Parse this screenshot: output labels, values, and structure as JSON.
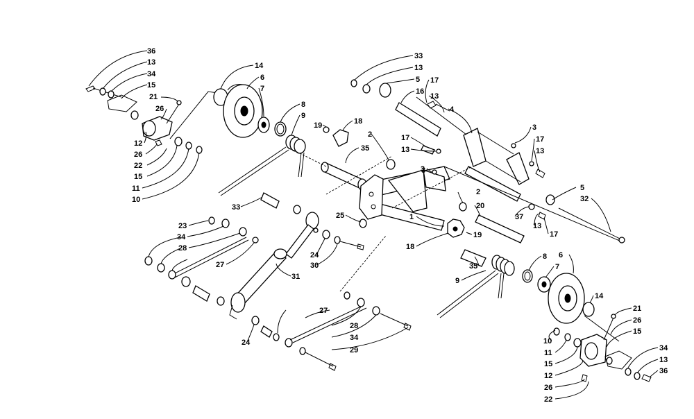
{
  "labels": [
    "36",
    "13",
    "34",
    "15",
    "21",
    "26",
    "12",
    "26",
    "22",
    "15",
    "11",
    "10",
    "14",
    "6",
    "7",
    "8",
    "9",
    "19",
    "18",
    "2",
    "35",
    "3",
    "33",
    "13",
    "5",
    "16",
    "17",
    "13",
    "4",
    "3",
    "17",
    "13",
    "17",
    "13",
    "2",
    "3",
    "20",
    "5",
    "32",
    "37",
    "13",
    "17",
    "25",
    "1",
    "18",
    "19",
    "35",
    "33",
    "23",
    "34",
    "28",
    "27",
    "24",
    "30",
    "31",
    "8",
    "6",
    "7",
    "9",
    "14",
    "21",
    "26",
    "15",
    "10",
    "11",
    "15",
    "12",
    "26",
    "22",
    "34",
    "13",
    "36",
    "27",
    "28",
    "24",
    "34",
    "29"
  ],
  "parts": {
    "left_pulley": "pulley-wheel",
    "right_pulley": "pulley-wheel",
    "left_spring": "torsion-spring",
    "right_spring": "torsion-spring",
    "shock": "shock-absorber",
    "arm": "pivot-arm",
    "upper_bracket": "mounting-bracket"
  }
}
